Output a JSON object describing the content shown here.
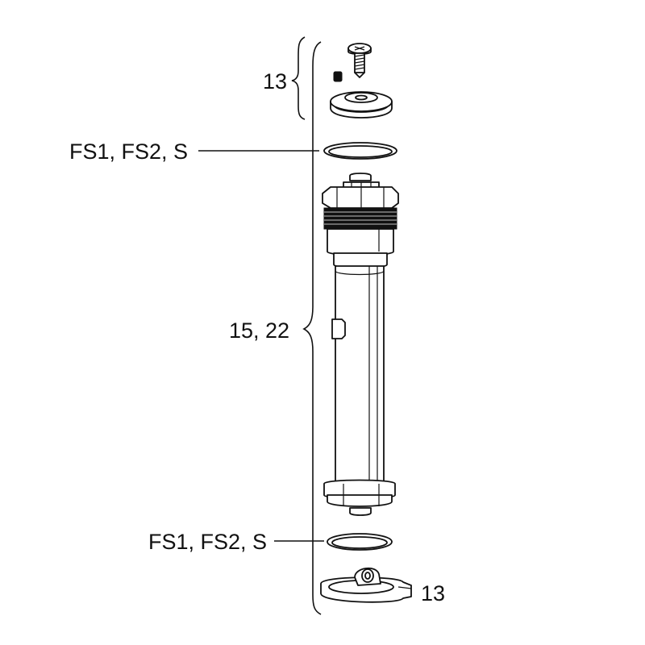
{
  "callouts": {
    "top_group": "13",
    "upper_seal": "FS1, FS2, S",
    "main_body": "15, 22",
    "lower_seal": "FS1, FS2, S",
    "bottom_part": "13"
  },
  "colors": {
    "ink": "#111111",
    "background": "#ffffff"
  }
}
